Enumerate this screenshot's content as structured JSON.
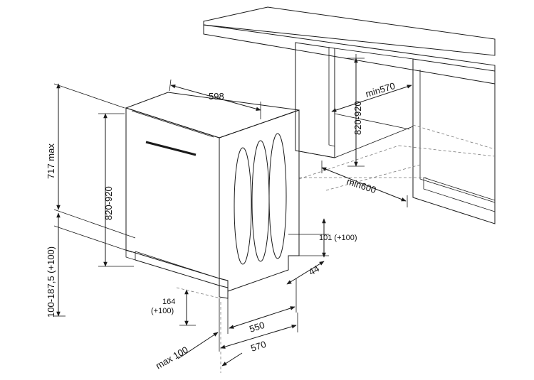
{
  "dimensions": {
    "width": "598",
    "height_range": "820-920",
    "niche_height": "820-920",
    "niche_min_width": "min570",
    "niche_min_depth": "min600",
    "max_height": "717 max",
    "plinth_range": "100-187,5 (+100)",
    "plinth_offset": "101 (+100)",
    "gap": "44",
    "door_height_line1": "164",
    "door_height_line2": "(+100)",
    "depth_inner": "550",
    "depth_outer": "570",
    "door_offset": "max 100"
  },
  "colors": {
    "line": "#1a1a1a",
    "counter_fill": "#ececec",
    "cabinet_fill": "#dcdcdc",
    "shadow_fill": "#b8b8b8",
    "dishwasher_front": "#f2f2f2",
    "dishwasher_side": "#e4e4e4"
  }
}
